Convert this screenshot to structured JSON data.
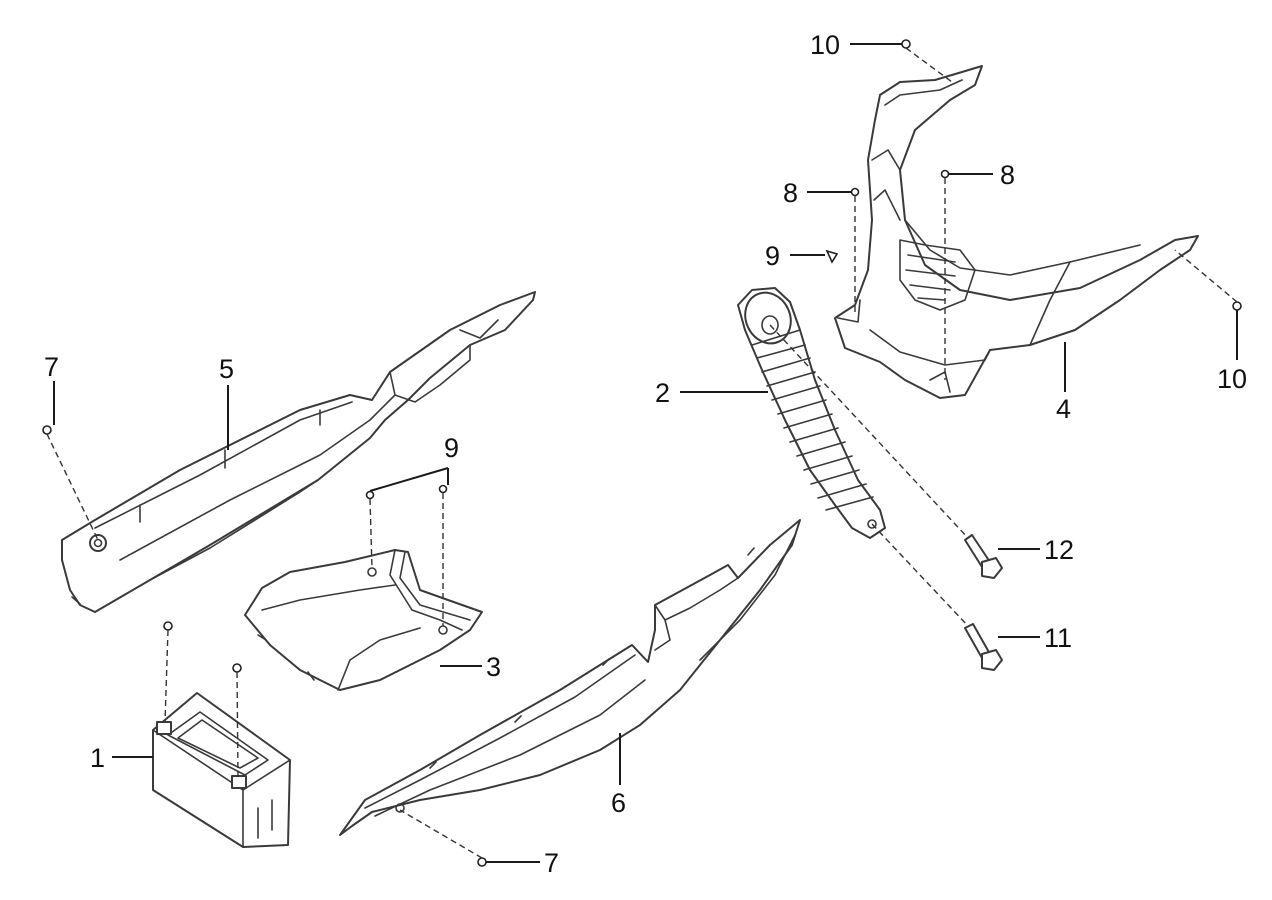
{
  "colors": {
    "line": "#3a3a3a",
    "text": "#111111",
    "background": "#ffffff"
  },
  "callouts": {
    "battery": "1",
    "rubber_boot": "2",
    "center_panel": "3",
    "front_cover": "4",
    "left_side_cover": "5",
    "right_side_cover": "6",
    "screw_7_left": "7",
    "screw_7_bottom": "7",
    "screw_8_left": "8",
    "screw_8_right": "8",
    "screw_9_top": "9",
    "screw_9_mid": "9",
    "screw_10_top": "10",
    "screw_10_right": "10",
    "bolt_11": "11",
    "bolt_12": "12"
  }
}
